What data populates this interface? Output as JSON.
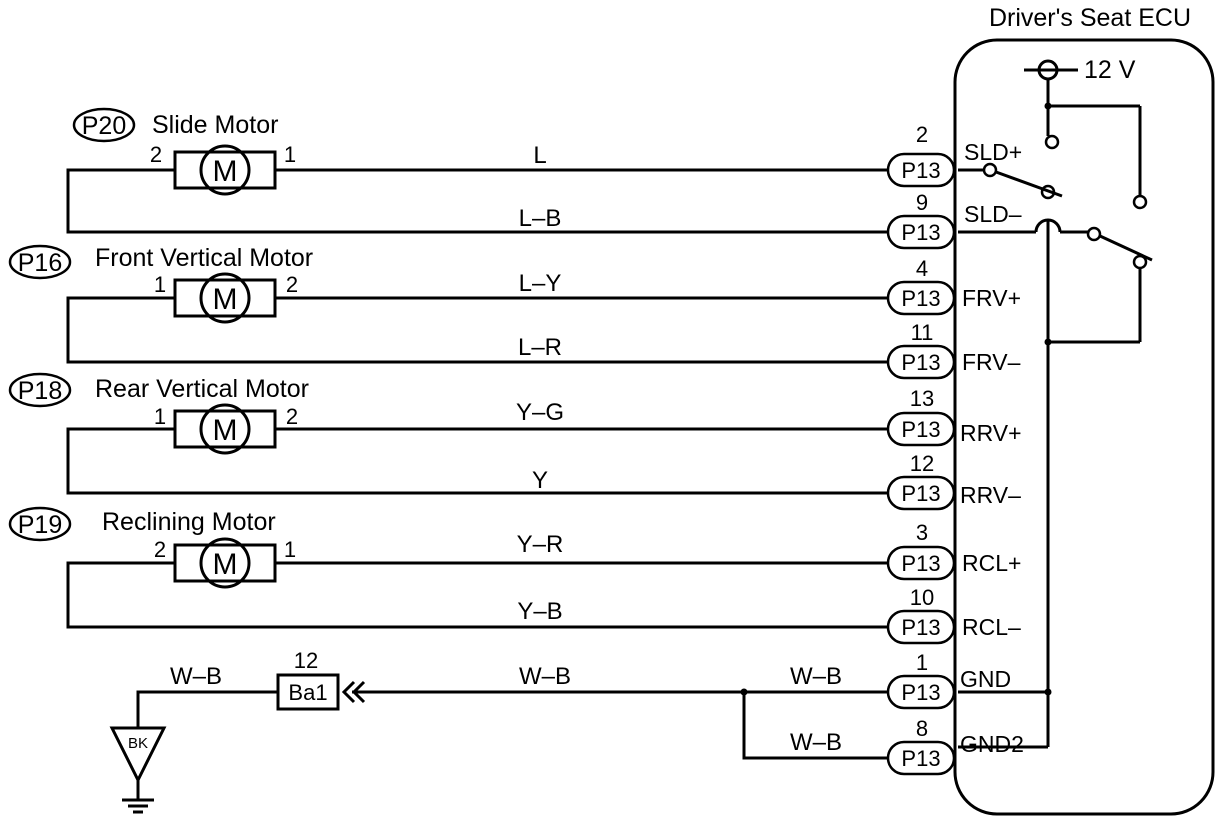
{
  "ecu": {
    "title": "Driver's Seat ECU",
    "supply": "12 V"
  },
  "connector_label": "P13",
  "motors": [
    {
      "code": "P20",
      "name": "Slide Motor",
      "symbol": "M",
      "pin_left": "2",
      "pin_right": "1"
    },
    {
      "code": "P16",
      "name": "Front Vertical Motor",
      "symbol": "M",
      "pin_left": "1",
      "pin_right": "2"
    },
    {
      "code": "P18",
      "name": "Rear Vertical Motor",
      "symbol": "M",
      "pin_left": "1",
      "pin_right": "2"
    },
    {
      "code": "P19",
      "name": "Reclining Motor",
      "symbol": "M",
      "pin_left": "2",
      "pin_right": "1"
    }
  ],
  "wires": [
    {
      "color": "L",
      "pin": "2",
      "terminal": "SLD+"
    },
    {
      "color": "L–B",
      "pin": "9",
      "terminal": "SLD–"
    },
    {
      "color": "L–Y",
      "pin": "4",
      "terminal": "FRV+"
    },
    {
      "color": "L–R",
      "pin": "11",
      "terminal": "FRV–"
    },
    {
      "color": "Y–G",
      "pin": "13",
      "terminal": "RRV+"
    },
    {
      "color": "Y",
      "pin": "12",
      "terminal": "RRV–"
    },
    {
      "color": "Y–R",
      "pin": "3",
      "terminal": "RCL+"
    },
    {
      "color": "Y–B",
      "pin": "10",
      "terminal": "RCL–"
    },
    {
      "color": "W–B",
      "pin": "1",
      "terminal": "GND"
    },
    {
      "color": "W–B",
      "pin": "8",
      "terminal": "GND2"
    }
  ],
  "ground": {
    "junction": "Ba1",
    "junction_pin": "12",
    "wire_left": "W–B",
    "wire_mid": "W–B",
    "ground_point": "BK"
  }
}
